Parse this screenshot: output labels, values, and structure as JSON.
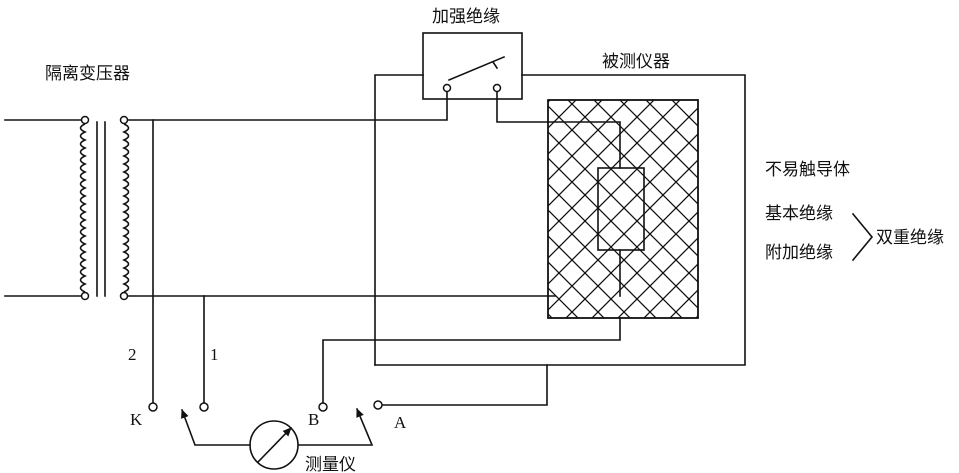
{
  "labels": {
    "isolation_transformer": "隔离变压器",
    "reinforced_insulation": "加强绝缘",
    "device_under_test": "被测仪器",
    "inaccessible_conductor": "不易触导体",
    "basic_insulation": "基本绝缘",
    "supplementary_insulation": "附加绝缘",
    "double_insulation": "双重绝缘",
    "meter": "测量仪"
  },
  "terminals": {
    "k": "K",
    "one": "1",
    "two": "2",
    "b": "B",
    "a": "A"
  }
}
